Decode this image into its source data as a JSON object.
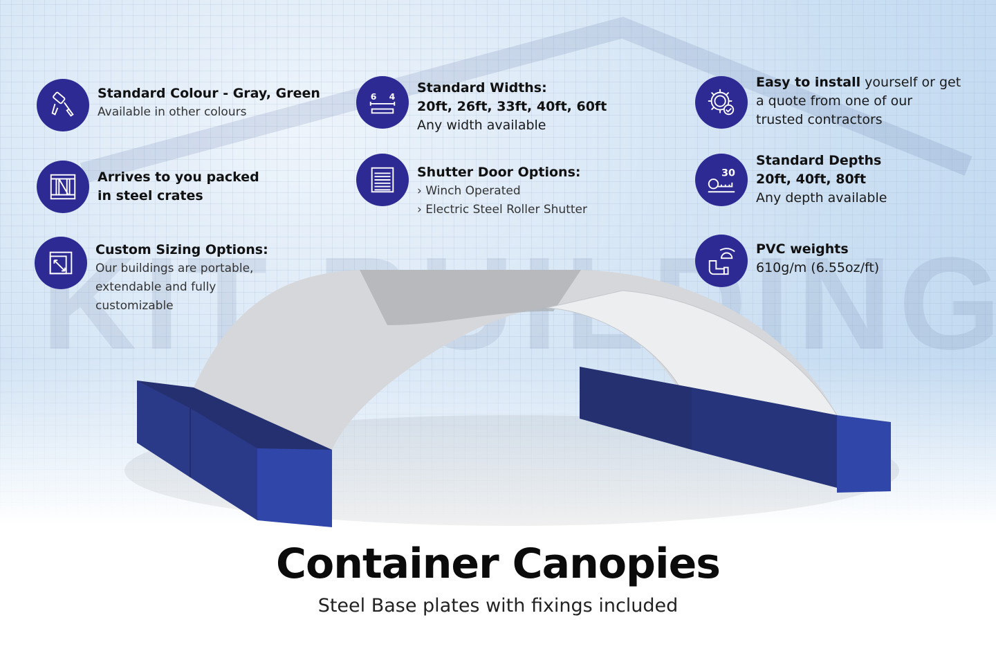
{
  "watermark": "KIT BUILDING",
  "features": [
    {
      "title": "Standard Colour - Gray, Green",
      "lines": [
        "Available in other colours"
      ],
      "icon": "paint-roller-icon"
    },
    {
      "title": "Arrives to you packed",
      "title2": "in steel crates",
      "icon": "crate-icon"
    },
    {
      "title": "Custom Sizing Options:",
      "lines": [
        "Our buildings are portable,",
        "extendable and fully",
        "customizable"
      ],
      "icon": "resize-icon"
    },
    {
      "title": "Standard Widths:",
      "title2": "20ft, 26ft, 33ft, 40ft, 60ft",
      "lines": [
        "Any width available"
      ],
      "icon": "width-ruler-icon",
      "icon_text": [
        "6",
        "4"
      ]
    },
    {
      "title": "Shutter Door Options:",
      "lines": [
        "› Winch Operated",
        "› Electric Steel Roller Shutter"
      ],
      "icon": "shutter-door-icon"
    },
    {
      "bold": "Easy to install",
      "rest": " yourself or get",
      "lines": [
        "a quote from one of our",
        "trusted  contractors"
      ],
      "icon": "gear-wrench-icon"
    },
    {
      "title": "Standard Depths",
      "title2": "20ft, 40ft, 80ft",
      "lines": [
        "Any depth available"
      ],
      "icon": "tape-measure-icon",
      "icon_text": "30"
    },
    {
      "title": "PVC weights",
      "lines": [
        "610g/m (6.55oz/ft)"
      ],
      "icon": "pvc-pipe-gauge-icon"
    }
  ],
  "heading": "Container Canopies",
  "subheading": "Steel Base plates with fixings included",
  "colors": {
    "icon_bg": "#2e2a94",
    "container": "#22307a",
    "canopy": "#d9dadc"
  }
}
